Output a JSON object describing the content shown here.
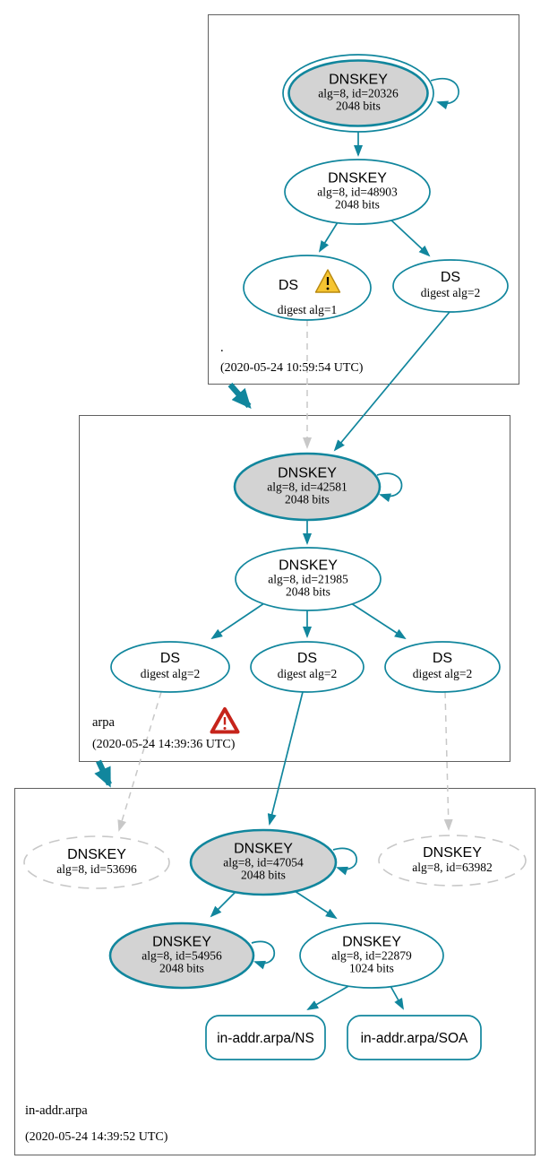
{
  "colors": {
    "edge_secure_teal": "#11869d",
    "node_border_teal": "#11869d",
    "sep_key_fill_gray": "#d3d3d3",
    "insecure_dashed_gray": "#c8c8c8",
    "zone_box_border": "#606060",
    "warning_yellow": "#f6c531",
    "error_red": "#c6241b"
  },
  "zones": [
    {
      "label": ".",
      "timestamp": "(2020-05-24 10:59:54 UTC)",
      "nodes": {
        "ksk": {
          "title": "DNSKEY",
          "detail": "alg=8, id=20326",
          "bits": "2048 bits"
        },
        "zsk": {
          "title": "DNSKEY",
          "detail": "alg=8, id=48903",
          "bits": "2048 bits"
        },
        "ds1": {
          "title": "DS",
          "detail": "digest alg=1",
          "icon": "warning-icon"
        },
        "ds2": {
          "title": "DS",
          "detail": "digest alg=2"
        }
      }
    },
    {
      "label": "arpa",
      "timestamp": "(2020-05-24 14:39:36 UTC)",
      "icon": "error-icon",
      "nodes": {
        "ksk": {
          "title": "DNSKEY",
          "detail": "alg=8, id=42581",
          "bits": "2048 bits"
        },
        "zsk": {
          "title": "DNSKEY",
          "detail": "alg=8, id=21985",
          "bits": "2048 bits"
        },
        "ds1": {
          "title": "DS",
          "detail": "digest alg=2"
        },
        "ds2": {
          "title": "DS",
          "detail": "digest alg=2"
        },
        "ds3": {
          "title": "DS",
          "detail": "digest alg=2"
        }
      }
    },
    {
      "label": "in-addr.arpa",
      "timestamp": "(2020-05-24 14:39:52 UTC)",
      "nodes": {
        "dnskey_53696": {
          "title": "DNSKEY",
          "detail": "alg=8, id=53696"
        },
        "ksk": {
          "title": "DNSKEY",
          "detail": "alg=8, id=47054",
          "bits": "2048 bits"
        },
        "dnskey_63982": {
          "title": "DNSKEY",
          "detail": "alg=8, id=63982"
        },
        "dnskey_54956": {
          "title": "DNSKEY",
          "detail": "alg=8, id=54956",
          "bits": "2048 bits"
        },
        "zsk": {
          "title": "DNSKEY",
          "detail": "alg=8, id=22879",
          "bits": "1024 bits"
        },
        "ns": {
          "label": "in-addr.arpa/NS"
        },
        "soa": {
          "label": "in-addr.arpa/SOA"
        }
      }
    }
  ]
}
